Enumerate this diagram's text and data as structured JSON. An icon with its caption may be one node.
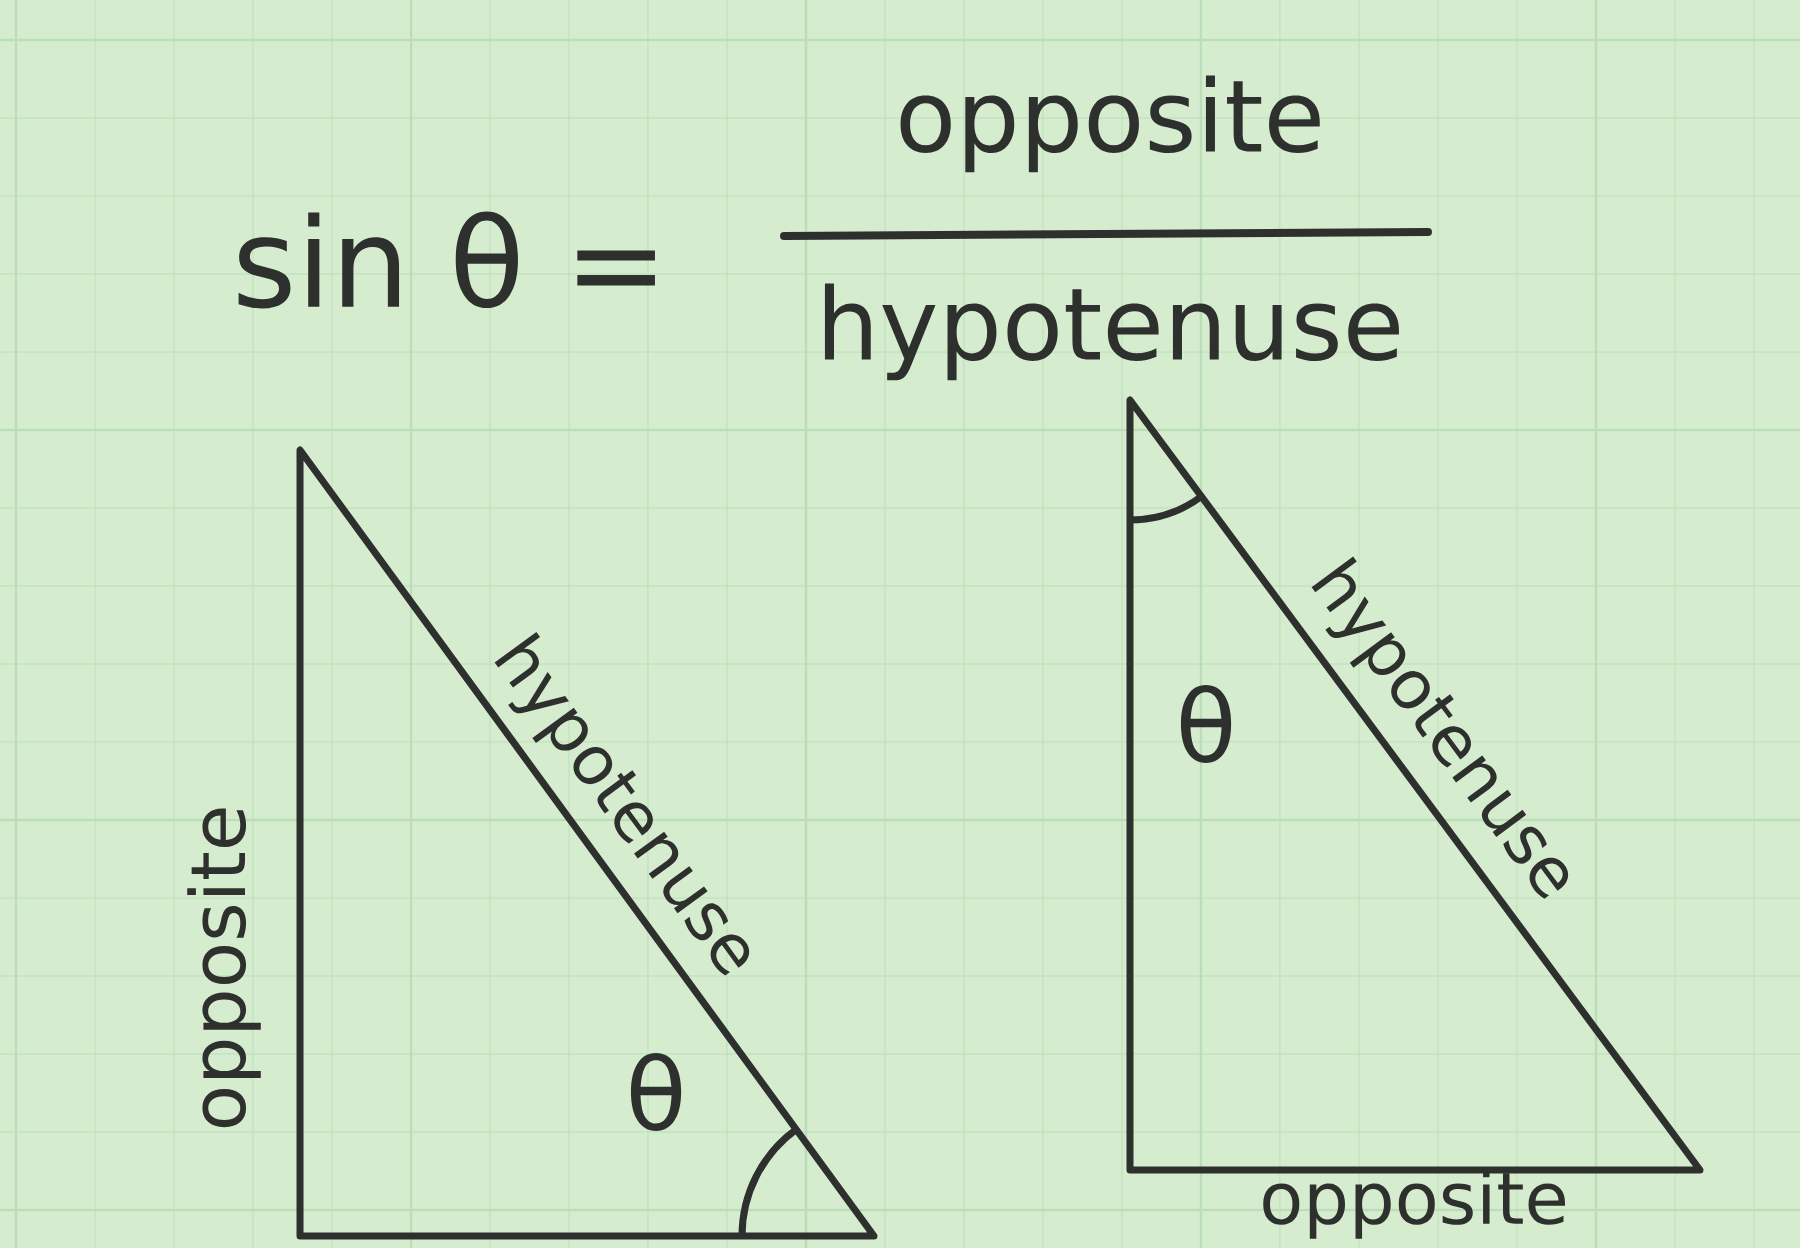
{
  "diagram": {
    "labels": [
      "sin θ =",
      "opposite",
      "hypotenuse",
      "hypotenuse",
      "θ",
      "opposite",
      "θ",
      "hypotenuse",
      "opposite"
    ]
  }
}
